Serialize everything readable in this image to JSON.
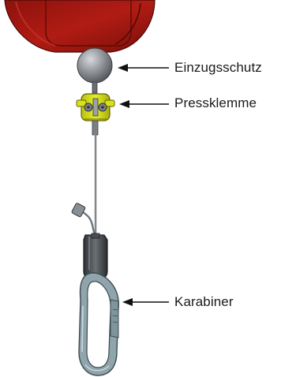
{
  "diagram": {
    "labels": {
      "retraction_guard": "Einzugsschutz",
      "press_clamp": "Pressklemme",
      "carabiner": "Karabiner"
    },
    "colors": {
      "housing": "#b01c14",
      "guard_ball": "#8e9297",
      "clamp": "#d8e01c",
      "cable": "#6f7478",
      "carabiner": "#90a4ab",
      "arrow": "#111111"
    }
  }
}
